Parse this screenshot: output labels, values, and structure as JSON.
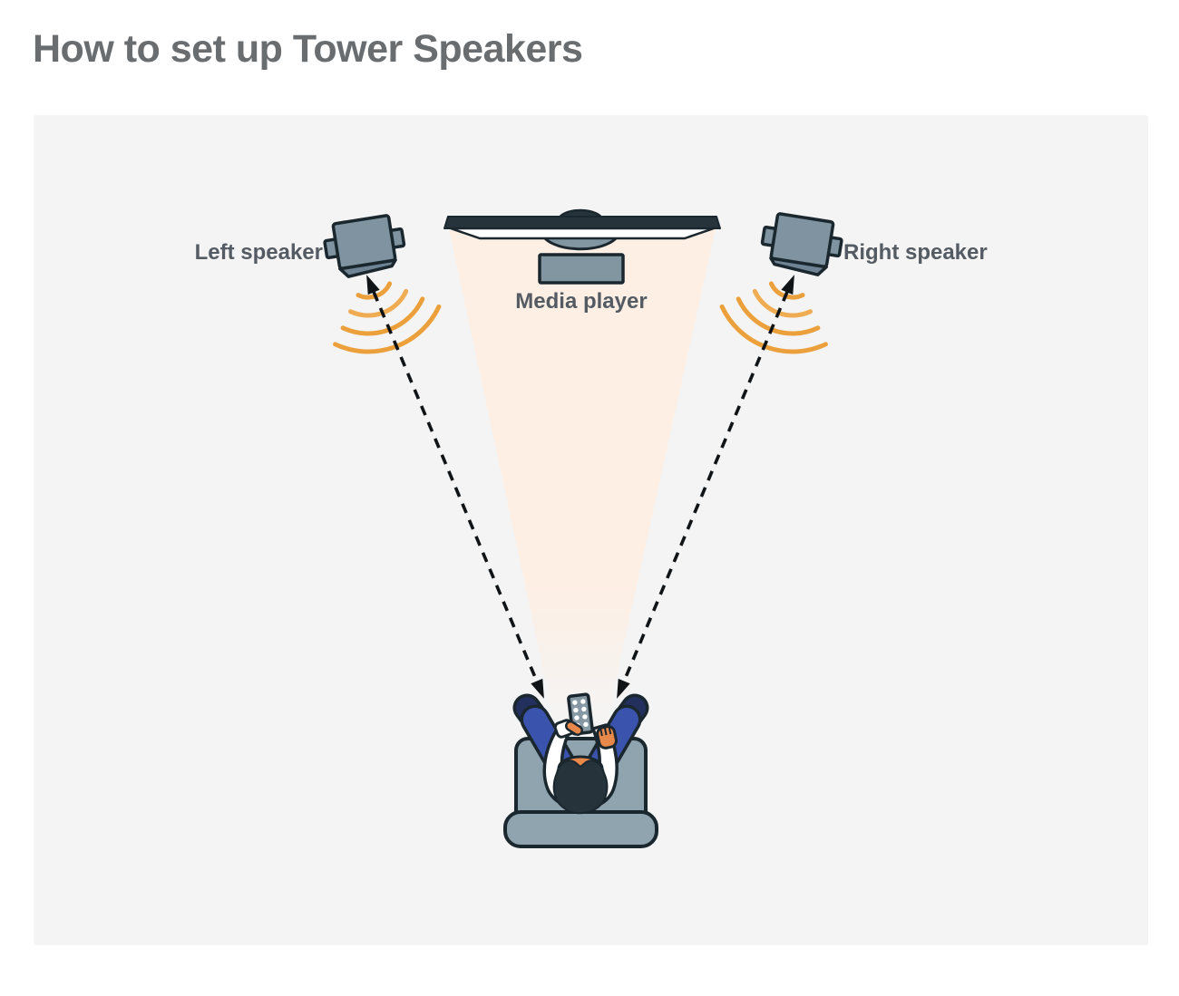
{
  "title": "How to set up Tower Speakers",
  "diagram": {
    "left_speaker_label": "Left speaker",
    "right_speaker_label": "Right speaker",
    "media_player_label": "Media player",
    "colors": {
      "panel_bg": "#F4F4F4",
      "viewing_cone_peach": "#FDEFE4",
      "outline_dark": "#1B272E",
      "device_gray": "#8296A1",
      "speaker_gray": "#7F93A0",
      "sound_wave_orange": "#EBA03C",
      "arrow_black": "#101417",
      "chair_gray": "#8FA4AE",
      "pants_blue": "#3A53AC",
      "shoe_navy": "#232F5C",
      "shirt_white": "#FFFFFF",
      "skin_tone": "#E9884B",
      "hair_dark": "#27333B",
      "label_gray": "#545B63",
      "title_gray": "#6A6D70"
    }
  }
}
